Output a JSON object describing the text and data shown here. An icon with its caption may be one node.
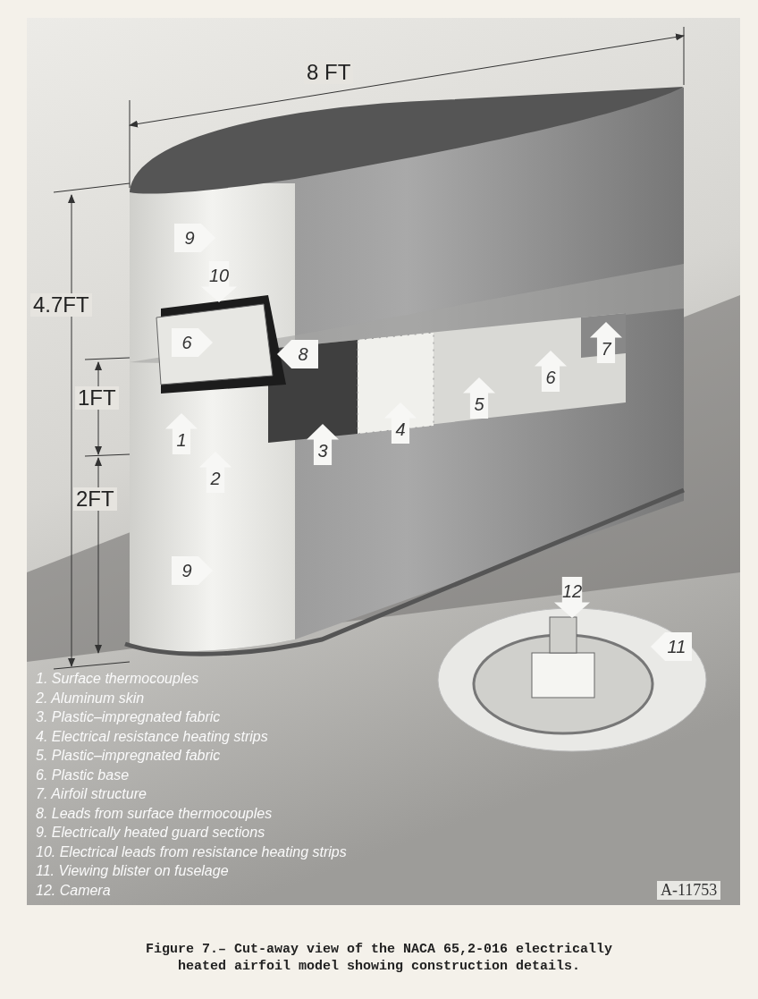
{
  "diagram": {
    "caption": "Figure 7.– Cut-away view of the NACA 65,2-016 electrically heated airfoil model showing construction details.",
    "labels": [
      "8 FT",
      "4.7FT",
      "9",
      "10",
      "6",
      "8",
      "1FT",
      "7",
      "6",
      "5",
      "4",
      "3",
      "1",
      "2",
      "2FT",
      "9",
      "12",
      "11",
      "1. Surface thermocouples",
      "2. Aluminum skin",
      "3. Plastic–impregnated fabric",
      "4. Electrical resistance heating strips",
      "5. Plastic–impregnated fabric",
      "6. Plastic base",
      "7. Airfoil structure",
      "8. Leads from surface thermocouples",
      "9. Electrically heated guard sections",
      "10. Electrical leads from resistance heating strips",
      "11. Viewing blister on fuselage",
      "12. Camera",
      "A-11753"
    ]
  }
}
